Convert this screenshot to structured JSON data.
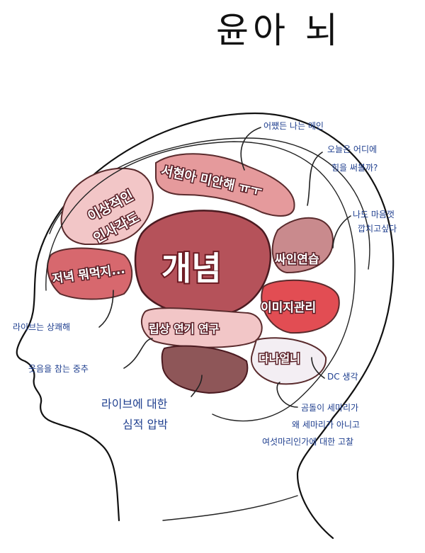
{
  "title": "윤아 뇌",
  "regions": {
    "center": "개념",
    "top_left_1": "이상적인",
    "top_left_2": "인사각도",
    "top_arc": "서현아 미안해 ㅠㅜ",
    "left": "저녁 뭐먹지...",
    "right_1": "싸인연습",
    "right_2": "이미지관리",
    "bottom_1": "립상 연기 연구",
    "bottom_right": "다나얼니"
  },
  "notes": {
    "n1": "어쨌든 나는 메인",
    "n2a": "오늘은 어디에",
    "n2b": "힘을 써볼까?",
    "n3a": "나도 마음껏",
    "n3b": "깝치고싶다",
    "n4": "라이브는 상쾌해",
    "n5": "웃음을 참는 중추",
    "n6a": "라이브에 대한",
    "n6b": "심적 압박",
    "n7": "DC 생각",
    "n8a": "곰돌이 세마리가",
    "n8b": "왜 세마리가 아니고",
    "n8c": "여섯마리인가에 대한 고찰"
  },
  "colors": {
    "center": "#b5525a",
    "pink_light": "#f2c6c7",
    "pink_mid": "#e59a9c",
    "pink_strong": "#d7686e",
    "red": "#e24d53",
    "mauve": "#c98a8d",
    "brown": "#8e5658",
    "lavender": "#f3eef3"
  }
}
